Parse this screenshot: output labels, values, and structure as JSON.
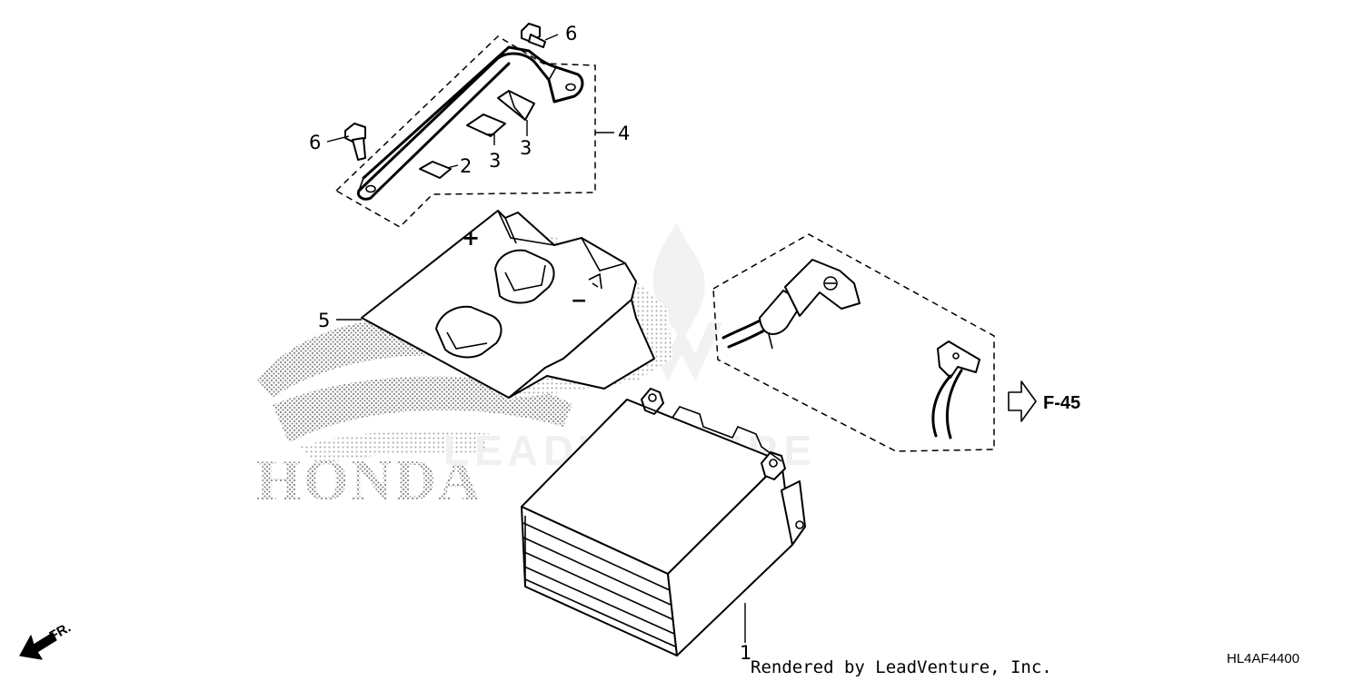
{
  "callouts": {
    "c1": "1",
    "c2": "2",
    "c3a": "3",
    "c3b": "3",
    "c4": "4",
    "c5": "5",
    "c6a": "6",
    "c6b": "6"
  },
  "reference": {
    "label": "F-45"
  },
  "direction": {
    "label": "FR."
  },
  "battery_cover_marks": {
    "plus": "+",
    "minus": "−"
  },
  "watermarks": {
    "brand": "HONDA",
    "vendor": "LEADVENTURE"
  },
  "footer": {
    "credit": "Rendered by LeadVenture, Inc.",
    "diagram_code": "HL4AF4400"
  },
  "icons": {
    "reference_arrow": "hollow-right-arrow-icon",
    "direction_arrow": "front-direction-arrow-icon",
    "vendor_logo": "flame-logo-icon",
    "brand_logo": "wing-logo-icon"
  }
}
